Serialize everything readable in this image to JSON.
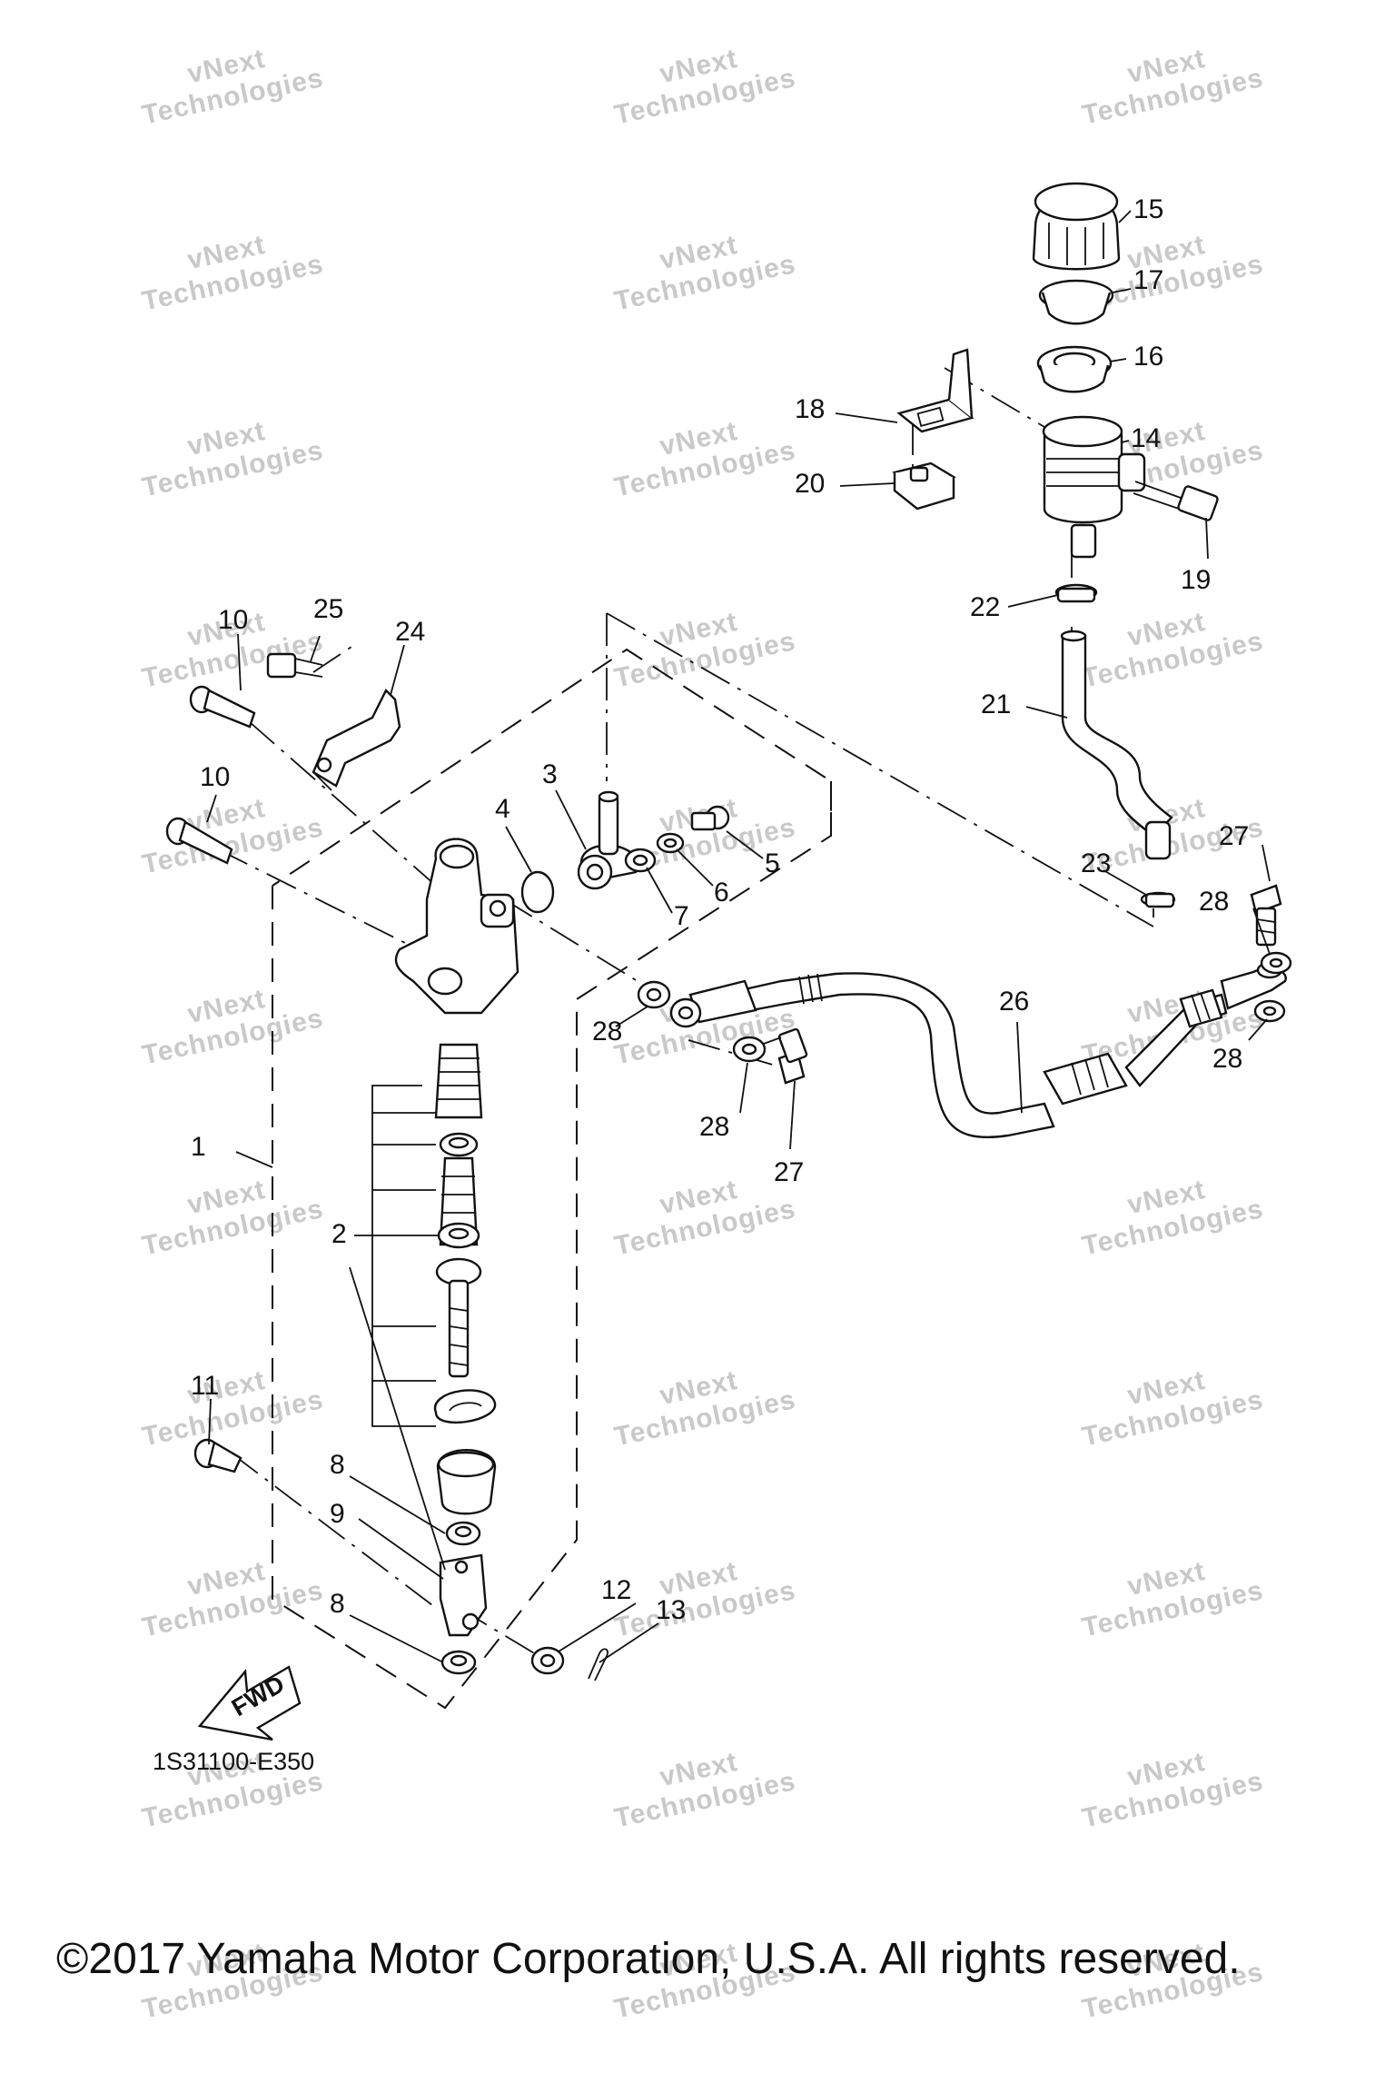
{
  "diagram": {
    "diagram_code": "1S31100-E350",
    "copyright": "©2017 Yamaha Motor Corporation, U.S.A. All rights reserved.",
    "fwd_label": "FWD",
    "watermark": {
      "line1": "vNext",
      "line2": "Technologies"
    },
    "callouts": [
      "1",
      "2",
      "3",
      "4",
      "5",
      "6",
      "7",
      "8",
      "9",
      "10",
      "11",
      "12",
      "13",
      "14",
      "15",
      "16",
      "17",
      "18",
      "19",
      "20",
      "21",
      "22",
      "23",
      "24",
      "25",
      "26",
      "27",
      "28"
    ]
  }
}
